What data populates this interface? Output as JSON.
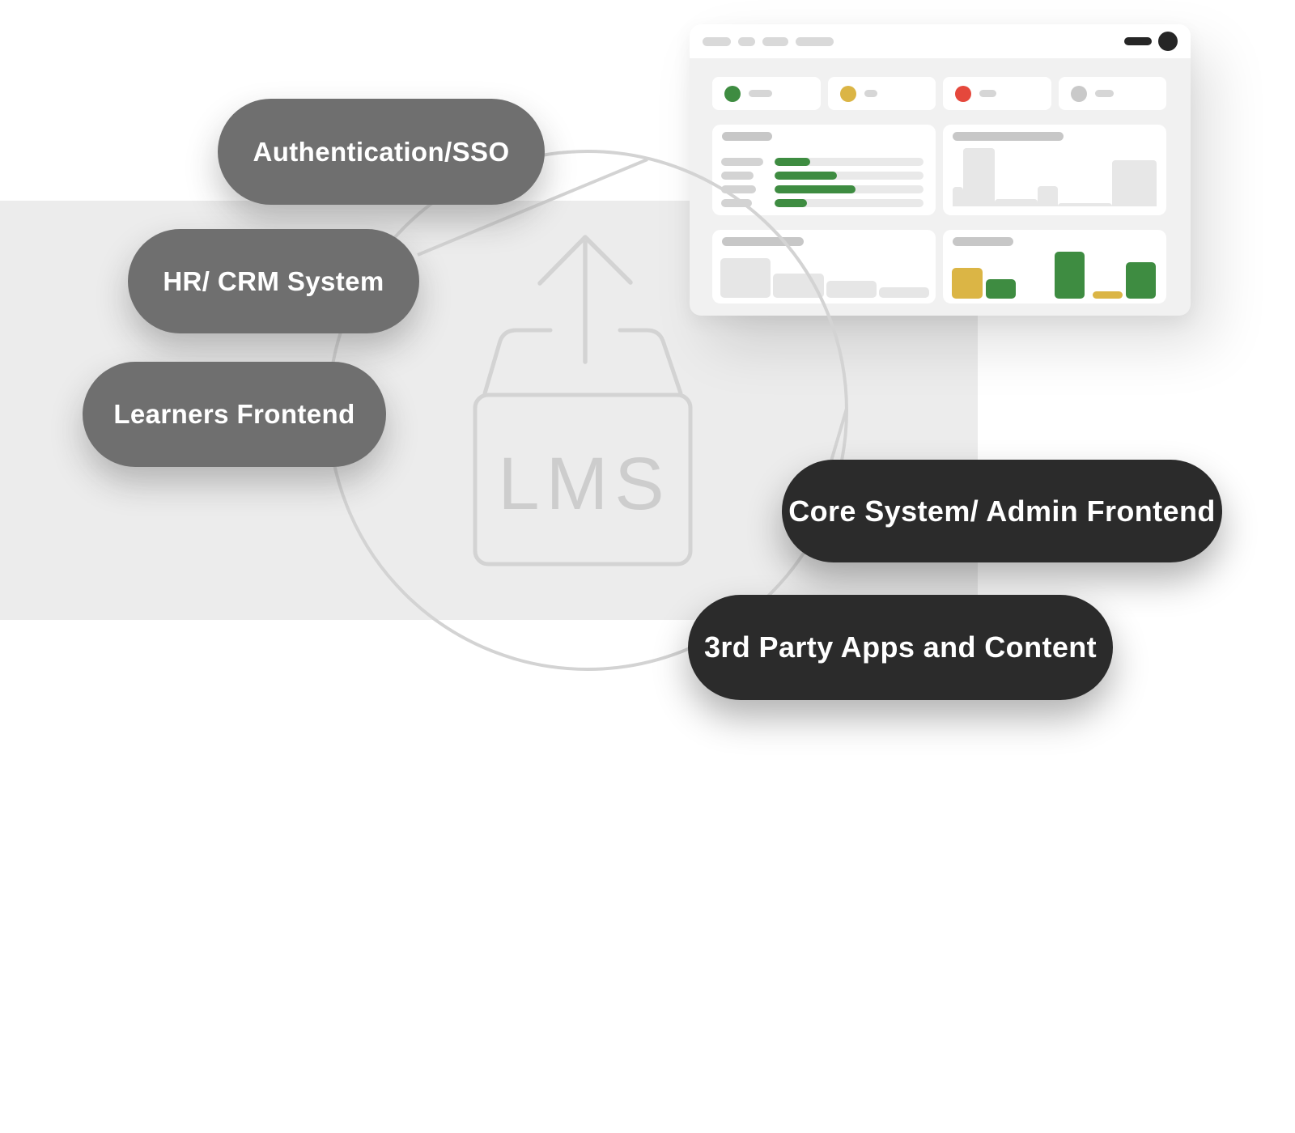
{
  "diagram": {
    "center_label": "LMS",
    "center_icon": "upload-box-icon",
    "nodes": [
      {
        "id": "authentication-sso",
        "label": "Authentication/SSO",
        "variant": "gray"
      },
      {
        "id": "hr-crm-system",
        "label": "HR/ CRM System",
        "variant": "gray"
      },
      {
        "id": "learners-frontend",
        "label": "Learners Frontend",
        "variant": "gray"
      },
      {
        "id": "core-system-admin-frontend",
        "label": "Core System/ Admin Frontend",
        "variant": "dark"
      },
      {
        "id": "third-party-apps-and-content",
        "label": "3rd Party Apps and Content",
        "variant": "dark"
      }
    ],
    "colors": {
      "gray_node": "#6F6F6F",
      "dark_node": "#2B2B2B",
      "panel": "#ECECEC",
      "outline": "#D3D3D3"
    }
  },
  "window": {
    "titlebar": {
      "menu_pill_widths": [
        35,
        21,
        32,
        47
      ],
      "controls": [
        "minimize-dash",
        "window-dot"
      ]
    },
    "stat_cards": [
      {
        "status": "green",
        "dot_color": "#3E8C41",
        "line_width": 29
      },
      {
        "status": "yellow",
        "dot_color": "#DBB545",
        "line_width": 16
      },
      {
        "status": "red",
        "dot_color": "#E5483C",
        "line_width": 21
      },
      {
        "status": "neutral",
        "dot_color": "#C9C9C9",
        "line_width": 23
      }
    ],
    "progress_card": {
      "title_width": 62,
      "bar_color": "#3E8C41",
      "track_width": 184,
      "rows": [
        {
          "label_width": 52,
          "value": 44
        },
        {
          "label_width": 40,
          "value": 77
        },
        {
          "label_width": 43,
          "value": 100
        },
        {
          "label_width": 38,
          "value": 40
        }
      ]
    },
    "skyline_card": {
      "title_width": 137,
      "color": "#E7E7E7",
      "bars": [
        {
          "w": 13,
          "h": 24
        },
        {
          "w": 39,
          "h": 72
        },
        {
          "w": 53,
          "h": 9
        },
        {
          "w": 25,
          "h": 25
        },
        {
          "w": 67,
          "h": 4
        },
        {
          "w": 55,
          "h": 57
        }
      ]
    },
    "gray_bars_card": {
      "title_width": 101,
      "color": "#E6E6E6",
      "bars": [
        {
          "w": 62,
          "h": 49
        },
        {
          "w": 63,
          "h": 30
        },
        {
          "w": 62,
          "h": 21
        },
        {
          "w": 62,
          "h": 13
        }
      ]
    },
    "color_bars_card": {
      "title_width": 75,
      "bars": [
        {
          "color": "#DBB545",
          "w": 38,
          "h": 38,
          "gap": 0
        },
        {
          "color": "#3E8C41",
          "w": 37,
          "h": 24,
          "gap": 4
        },
        {
          "color": "#3E8C41",
          "w": 37,
          "h": 58,
          "gap": 48
        },
        {
          "color": "#DBB545",
          "w": 37,
          "h": 9,
          "gap": 10
        },
        {
          "color": "#3E8C41",
          "w": 37,
          "h": 45,
          "gap": 4
        }
      ]
    }
  }
}
